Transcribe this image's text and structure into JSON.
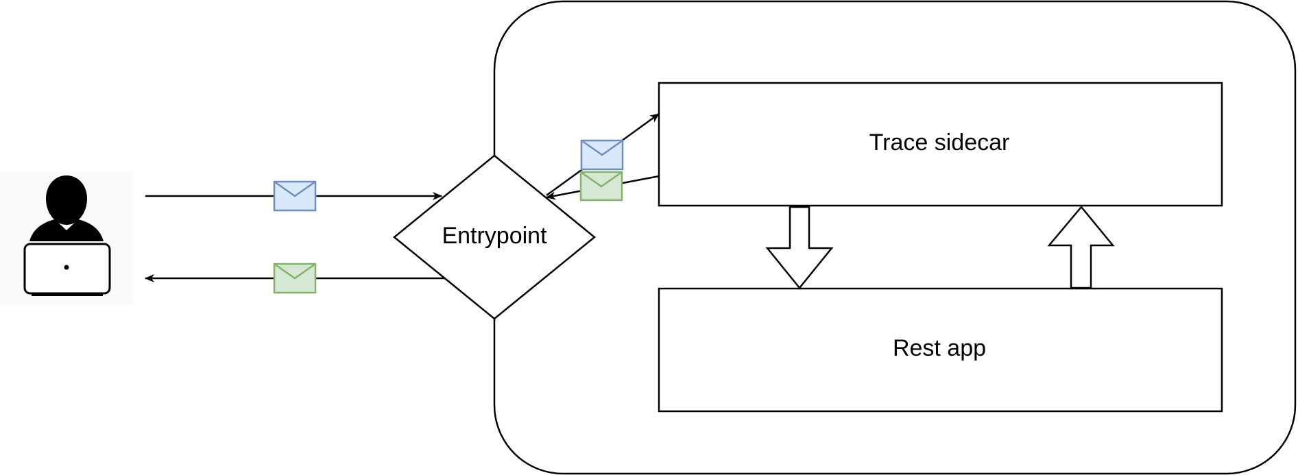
{
  "diagram": {
    "nodes": {
      "user": {
        "icon": "user-laptop-icon"
      },
      "entrypoint": {
        "label": "Entrypoint"
      },
      "trace_sidecar": {
        "label": "Trace sidecar"
      },
      "rest_app": {
        "label": "Rest app"
      },
      "container": {
        "label": ""
      }
    },
    "messages": {
      "request_color": {
        "fill": "#dae8fc",
        "stroke": "#6c8ebf"
      },
      "response_color": {
        "fill": "#d5e8d4",
        "stroke": "#82b366"
      }
    },
    "colors": {
      "stroke": "#000000",
      "background": "#ffffff"
    }
  }
}
